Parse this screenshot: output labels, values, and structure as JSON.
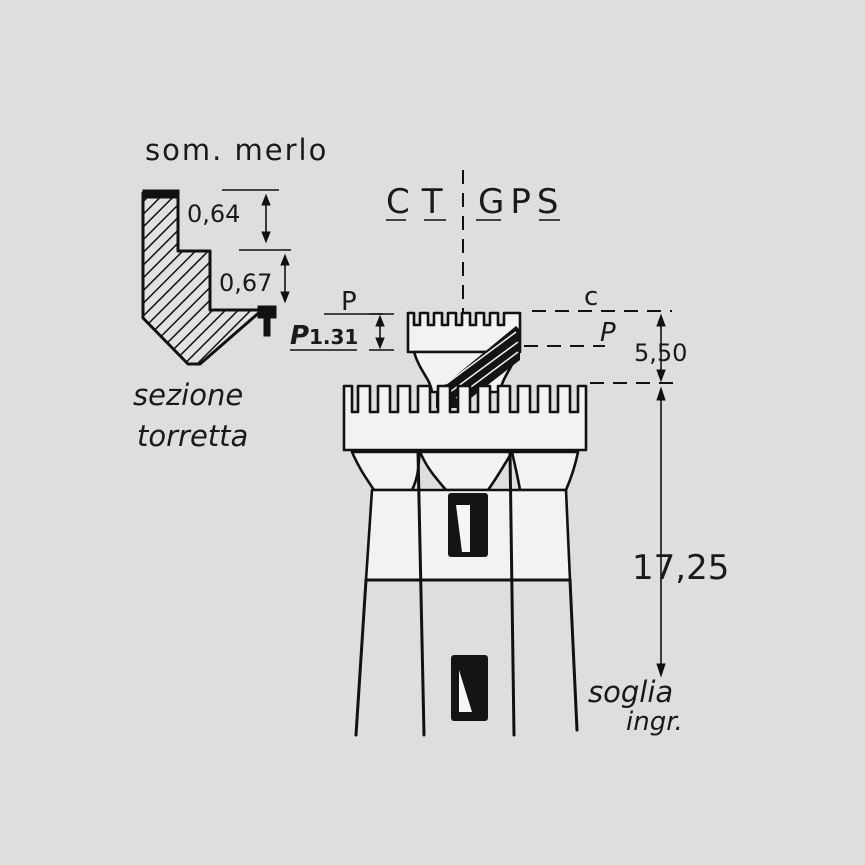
{
  "section": {
    "title": "som. merlo",
    "dim_upper": "0,64",
    "dim_lower": "0,67",
    "caption_line1": "sezione",
    "caption_line2": "torretta"
  },
  "axis": {
    "left_label": "CT",
    "right_label": "GPS"
  },
  "turret": {
    "left_top_letter": "P",
    "left_side_letter": "P",
    "left_height": "1.31",
    "right_top_letter": "c",
    "right_side_letter": "P",
    "right_height": "5,50"
  },
  "tower": {
    "main_height": "17,25",
    "base_label_line1": "soglia",
    "base_label_line2": "ingr."
  },
  "colors": {
    "paper": "#dedede",
    "ink": "#111111"
  }
}
